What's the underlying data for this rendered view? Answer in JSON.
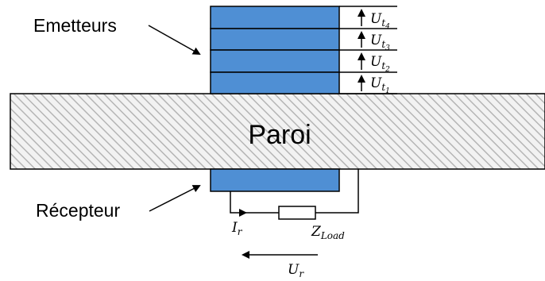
{
  "labels": {
    "emitters": "Emetteurs",
    "wall": "Paroi",
    "receiver": "Récepteur"
  },
  "voltages": [
    {
      "main": "U",
      "sub": "t",
      "subsub": "4"
    },
    {
      "main": "U",
      "sub": "t",
      "subsub": "3"
    },
    {
      "main": "U",
      "sub": "t",
      "subsub": "2"
    },
    {
      "main": "U",
      "sub": "t",
      "subsub": "1"
    }
  ],
  "circuit": {
    "current": {
      "main": "I",
      "sub": "r"
    },
    "impedance": {
      "main": "Z",
      "sub": "Load"
    },
    "receiver_voltage": {
      "main": "U",
      "sub": "r"
    }
  },
  "colors": {
    "transducer": "#4f8fd4",
    "wall_hatch": "#b5b5b5",
    "wall_fill": "#f2f2f2",
    "stroke": "#000000"
  }
}
